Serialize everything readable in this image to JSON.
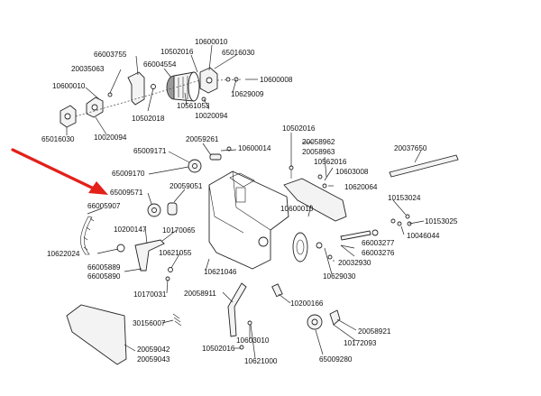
{
  "diagram": {
    "accent_color": "#e32119",
    "part_labels": {
      "p66003755": "66003755",
      "p10502016_top": "10502016",
      "p10600010_top": "10600010",
      "p65016030_top": "65016030",
      "p20035063": "20035063",
      "p66004554": "66004554",
      "p10600010_left": "10600010",
      "p10600008": "10600008",
      "p10629009": "10629009",
      "p10502018": "10502018",
      "p10561053": "10561053",
      "p10020094_mid": "10020094",
      "p65016030_left": "65016030",
      "p10020094_left": "10020094",
      "p10502016_right": "10502016",
      "p20058962": "20058962",
      "p20058963": "20058963",
      "p10562016": "10562016",
      "p10603008": "10603008",
      "p10620064": "10620064",
      "p20037650": "20037650",
      "p20059261": "20059261",
      "p65009171": "65009171",
      "p10600014": "10600014",
      "p65009170": "65009170",
      "p20059051": "20059051",
      "p65009571": "65009571",
      "p66005907": "66005907",
      "p10600010_mid": "10600010",
      "p10153024": "10153024",
      "p10153025": "10153025",
      "p10046044": "10046044",
      "p10200147": "10200147",
      "p10170065": "10170065",
      "p10622024": "10622024",
      "p10621055": "10621055",
      "p66005889": "66005889",
      "p66005890": "66005890",
      "p10621046": "10621046",
      "p66003277": "66003277",
      "p66003276": "66003276",
      "p20032930": "20032930",
      "p10629030": "10629030",
      "p10170031": "10170031",
      "p20058911": "20058911",
      "p10200166": "10200166",
      "p30156007": "30156007",
      "p10603010": "10603010",
      "p20058921": "20058921",
      "p10172093": "10172093",
      "p20059042": "20059042",
      "p20059043": "20059043",
      "p10502016_bottom": "10502016",
      "p10621000": "10621000",
      "p65009280": "65009280"
    }
  }
}
